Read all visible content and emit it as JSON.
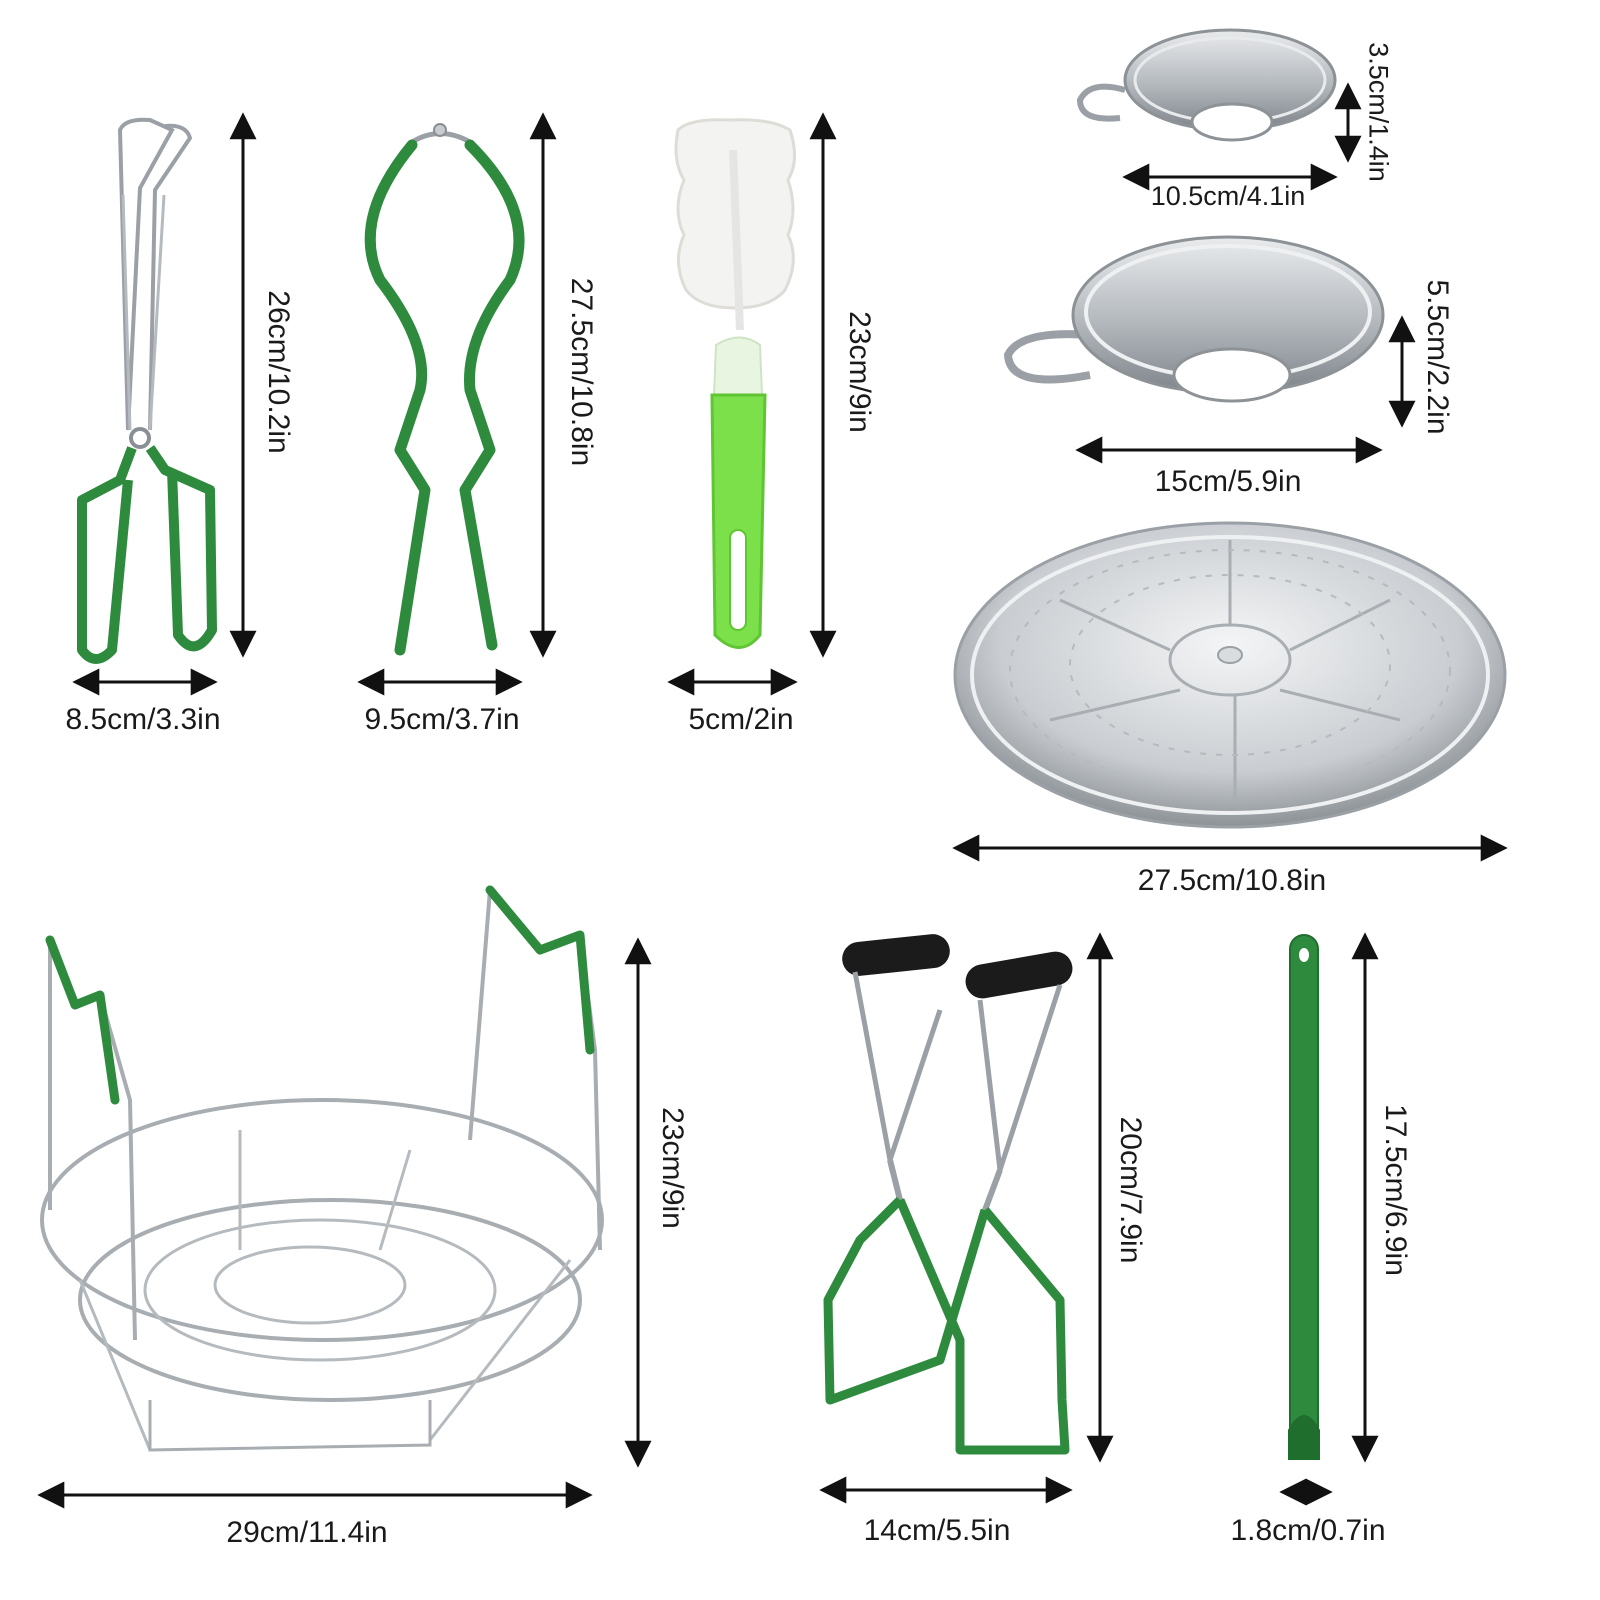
{
  "colors": {
    "green": "#2e8b3e",
    "green_dark": "#1f6e2d",
    "lime": "#7be04a",
    "steel": "#bfc3c7",
    "steel_dark": "#8a8f94",
    "arrow": "#111111",
    "handle_black": "#1b1b1b"
  },
  "labels": {
    "tongs_width": "8.5cm/3.3in",
    "tongs_height": "26cm/10.2in",
    "jar_wrench_width": "9.5cm/3.7in",
    "jar_wrench_height": "27.5cm/10.8in",
    "brush_width": "5cm/2in",
    "brush_height": "23cm/9in",
    "small_funnel_width": "10.5cm/4.1in",
    "small_funnel_height": "3.5cm/1.4in",
    "large_funnel_width": "15cm/5.9in",
    "large_funnel_height": "5.5cm/2.2in",
    "steamer_plate_width": "27.5cm/10.8in",
    "rack_width": "29cm/11.4in",
    "rack_height": "23cm/9in",
    "jar_lifter_width": "14cm/5.5in",
    "jar_lifter_height": "20cm/7.9in",
    "bubble_remover_width": "1.8cm/0.7in",
    "bubble_remover_height": "17.5cm/6.9in"
  }
}
